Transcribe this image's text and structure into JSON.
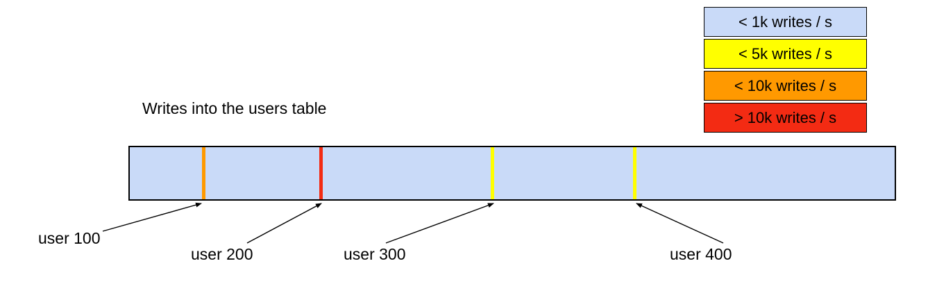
{
  "title": "Writes into the users table",
  "legend": {
    "items": [
      {
        "label": "< 1k writes / s",
        "color": "#c9daf8"
      },
      {
        "label": "< 5k writes / s",
        "color": "#ffff00"
      },
      {
        "label": "< 10k writes / s",
        "color": "#ff9900"
      },
      {
        "label": "> 10k writes / s",
        "color": "#f32b13"
      }
    ]
  },
  "bar": {
    "base_color": "#c9daf8",
    "markers": [
      {
        "label": "user 100",
        "color": "#ff9900",
        "position": "9.4%"
      },
      {
        "label": "user 200",
        "color": "#f32b13",
        "position": "24.8%"
      },
      {
        "label": "user 300",
        "color": "#ffff00",
        "position": "47.2%"
      },
      {
        "label": "user 400",
        "color": "#ffff00",
        "position": "65.8%"
      }
    ]
  }
}
